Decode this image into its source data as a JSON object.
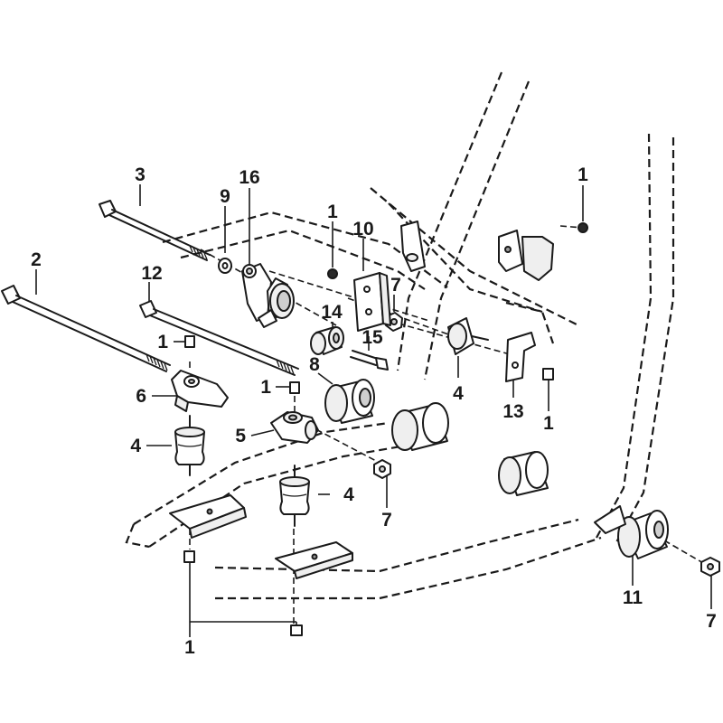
{
  "callouts": {
    "c1_top_right": "1",
    "c1_top_mid": "1",
    "c1_left_upper": "1",
    "c1_left_mid": "1",
    "c1_right_lower": "1",
    "c1_bottom": "1",
    "c2": "2",
    "c3": "3",
    "c4_left": "4",
    "c4_mid": "4",
    "c4_right": "4",
    "c5": "5",
    "c6": "6",
    "c7_upper": "7",
    "c7_mid": "7",
    "c7_right": "7",
    "c8": "8",
    "c9": "9",
    "c10": "10",
    "c11": "11",
    "c12": "12",
    "c13": "13",
    "c14": "14",
    "c15": "15",
    "c16": "16"
  }
}
